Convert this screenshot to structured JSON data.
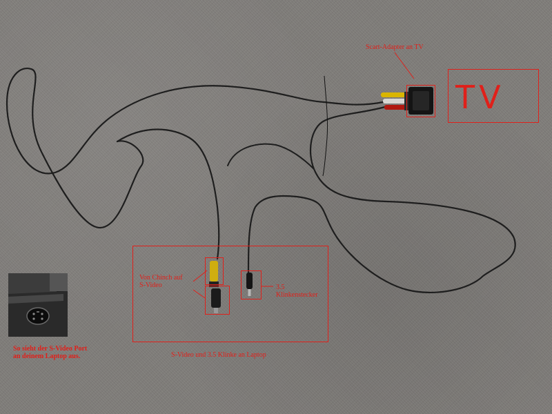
{
  "annotations": {
    "scart_label": "Scart-Adapter an TV",
    "tv_label": "TV",
    "cinch_label": "Von Chinch auf S-Video",
    "klinke_label": "3.5 Klinkenstecker",
    "bottom_caption": "S-Video und 3.5 Klinke an Laptop",
    "laptop_caption": "So sieht der S-Video Port an deinem Laptop aus."
  },
  "colors": {
    "annotation": "#e0201a",
    "carpet": "#807d7a",
    "cable": "#1e1e1e"
  },
  "icons": {
    "rca_plug_yellow": "yellow-rca-plug-icon",
    "rca_plug_white": "white-rca-plug-icon",
    "rca_plug_red": "red-rca-plug-icon",
    "scart": "scart-adapter-icon",
    "svideo_plug": "svideo-plug-icon",
    "jack_plug": "jack-plug-icon"
  }
}
